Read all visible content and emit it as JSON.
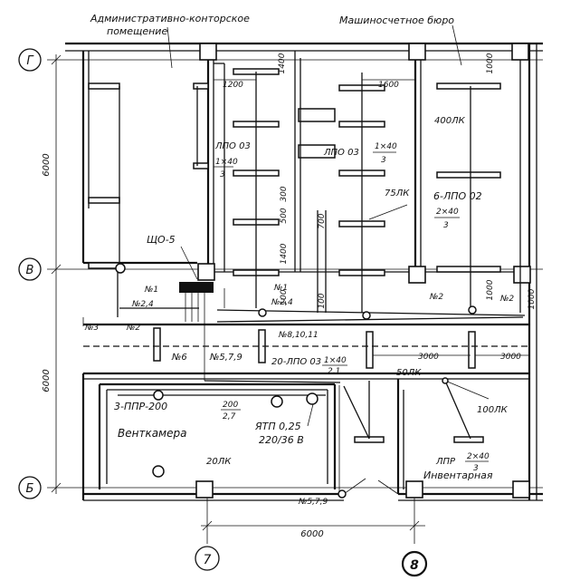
{
  "rooms": {
    "admin": "Административно-конторское",
    "admin2": "помещение",
    "machine": "Машиносчетное бюро",
    "vent": "Венткамера",
    "inventory": "Инвентарная"
  },
  "axes": {
    "g": "Г",
    "v": "В",
    "b": "Б",
    "c7": "7",
    "c8": "8"
  },
  "dims": {
    "d6000_left": "6000",
    "d6000_left2": "6000",
    "d6000_bottom": "6000",
    "d1200": "1200",
    "d1600": "1600",
    "d1400": "1400",
    "d1000a": "1000",
    "d1000b": "1000",
    "d1000c": "1000",
    "d300": "300",
    "d500": "500",
    "d1400b": "1400",
    "d700": "700",
    "d100a": "100",
    "d100b": "100",
    "d3000a": "3000",
    "d3000b": "3000"
  },
  "labels": {
    "lpo03a": "ЛПО 03",
    "frac1_top": "1×40",
    "frac1_bot": "3",
    "lpo03b": "ЛПО 03",
    "frac2_top": "1×40",
    "frac2_bot": "3",
    "lk400": "400ЛК",
    "lk75": "75ЛК",
    "lpo02": "6-ЛПО 02",
    "frac3_top": "2×40",
    "frac3_bot": "3",
    "shchO5": "ЩО-5",
    "n1": "№1",
    "n24a": "№2,4",
    "n1b": "№1",
    "n24b": "№2,4",
    "n2a": "№2",
    "n2b": "№2",
    "n2c": "№2",
    "n3": "№3",
    "n81011": "№8,10,11",
    "n6": "№6",
    "n579a": "№5,7,9",
    "lpo03c": "20-ЛПО 03",
    "frac4_top": "1×40",
    "frac4_bot": "2,1",
    "lk50": "50ЛК",
    "lk100": "100ЛК",
    "ppr": "3-ППР-200",
    "frac5_top": "200",
    "frac5_bot": "2,7",
    "ytp": "ЯТП 0,25",
    "volt": "220/36 В",
    "lk20": "20ЛК",
    "lpp": "ЛПР",
    "frac6_top": "2×40",
    "frac6_bot": "3",
    "n579b": "№5,7,9"
  }
}
